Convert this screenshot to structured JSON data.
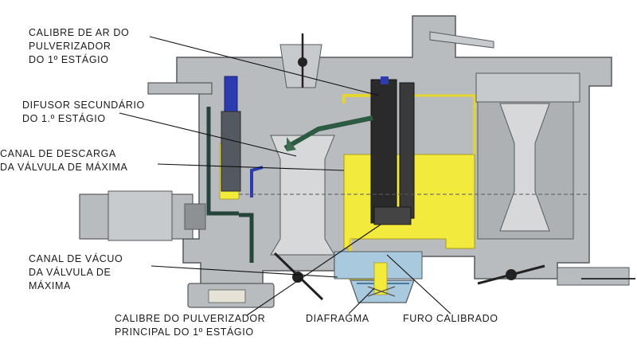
{
  "colors": {
    "background": "#ffffff",
    "body_gray": "#b9bcbe",
    "body_dark": "#8d9194",
    "outline": "#555a5e",
    "fuel_yellow": "#f2ea3c",
    "passage_blue": "#2c3bb0",
    "vacuum_green": "#25443a",
    "light_blue": "#a9c9de",
    "leader_line": "#111111"
  },
  "labels": {
    "calibre_ar": "CALIBRE DE AR DO\nPULVERIZADOR\nDO 1º ESTÁGIO",
    "difusor": "DIFUSOR SECUNDÁRIO\nDO 1.º ESTÁGIO",
    "canal_descarga": "CANAL DE DESCARGA\nDA VÁLVULA DE MÁXIMA",
    "canal_vacuo": "CANAL DE VÁCUO\nDA VÁLVULA DE\nMÁXIMA",
    "calibre_principal": "CALIBRE DO PULVERIZADOR\nPRINCIPAL DO 1º ESTÁGIO",
    "diafragma": "DIAFRAGMA",
    "furo_calibrado": "FURO CALIBRADO"
  }
}
